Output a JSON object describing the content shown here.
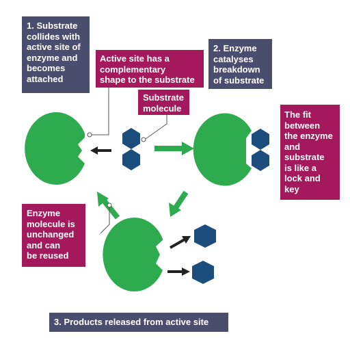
{
  "colors": {
    "enzyme": "#2eab4f",
    "substrate": "#1c4e7d",
    "arrow_green": "#2eab4f",
    "arrow_dark": "#222222",
    "step_box": "#4a4e6e",
    "note_box": "#a4195b"
  },
  "labels": {
    "step1": "1. Substrate\ncollides with\nactive site of\nenzyme and\nbecomes\nattached",
    "active_site": "Active site has a\ncomplementary\nshape to the substrate",
    "step2": "2. Enzyme\ncatalyses\nbreakdown\nof substrate",
    "substrate_molecule": "Substrate\nmolecule",
    "lock_and_key": "The fit\nbetween\nthe enzyme\nand\nsubstrate\nis like a\nlock and\nkey",
    "enzyme_unchanged": "Enzyme\nmolecule is\nunchanged\nand can\nbe reused",
    "step3": "3. Products released from active site"
  }
}
